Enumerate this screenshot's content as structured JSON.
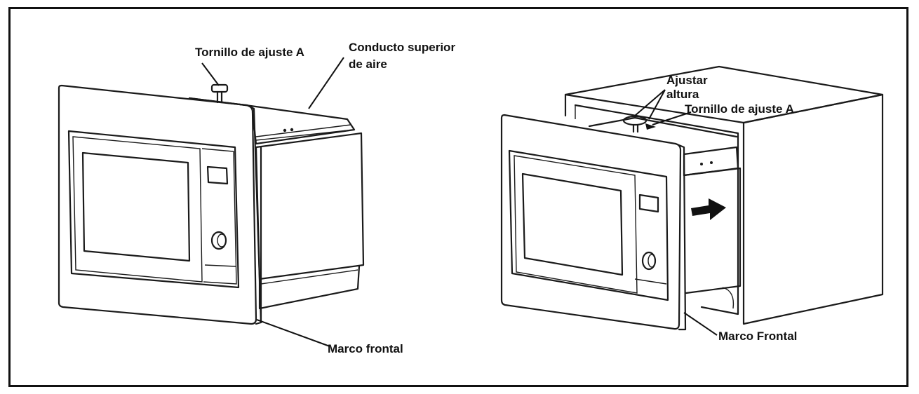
{
  "left_figure": {
    "labels": {
      "adjust_screw": "Tornillo de ajuste A",
      "upper_duct_line1": "Conducto superior",
      "upper_duct_line2": "de aire",
      "front_frame": "Marco frontal"
    }
  },
  "right_figure": {
    "labels": {
      "adjust_height_line1": "Ajustar",
      "adjust_height_line2": "altura",
      "adjust_screw": "Tornillo de ajuste A",
      "front_frame": "Marco Frontal"
    }
  }
}
